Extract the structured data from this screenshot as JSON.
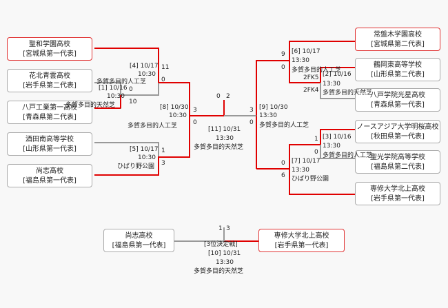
{
  "teams": [
    {
      "name": "聖和学園高校",
      "pref": "[宮城県第一代表]"
    },
    {
      "name": "花北青雲高校",
      "pref": "[岩手県第二代表]"
    },
    {
      "name": "八戸工業第一高校",
      "pref": "[青森県第二代表]"
    },
    {
      "name": "酒田南高等学校",
      "pref": "[山形県第一代表]"
    },
    {
      "name": "尚志高校",
      "pref": "[福島県第一代表]"
    },
    {
      "name": "常盤木学園高校",
      "pref": "[宮城県第二代表]"
    },
    {
      "name": "鶴岡東高等学校",
      "pref": "[山形県第二代表]"
    },
    {
      "name": "八戸学院光星高校",
      "pref": "[青森県第一代表]"
    },
    {
      "name": "ノースアジア大学明桜高校",
      "pref": "[秋田県第一代表]"
    },
    {
      "name": "聖光学院高等学校",
      "pref": "[福島県第二代表]"
    },
    {
      "name": "専修大学北上高校",
      "pref": "[岩手県第一代表]"
    }
  ],
  "third_place": {
    "left": {
      "name": "尚志高校",
      "pref": "[福島県第一代表]"
    },
    "right": {
      "name": "専修大学北上高校",
      "pref": "[岩手県第一代表]"
    },
    "label": "[3位決定戦]",
    "match": "[10] 10/31",
    "time": "13:30",
    "venue": "多賀多目的天然芝",
    "score_l": "1",
    "score_r": "3"
  },
  "matches": {
    "m1": {
      "id": "[1] 10/16",
      "time": "10:30",
      "venue": "多賀多目的天然芝",
      "s1": "0",
      "s2": "10"
    },
    "m4": {
      "id": "[4] 10/17",
      "time": "10:30",
      "venue": "多賀多目的人工芝",
      "s1": "11",
      "s2": "0"
    },
    "m5": {
      "id": "[5] 10/17",
      "time": "10:30",
      "venue": "ひばり野公園",
      "s1": "1",
      "s2": "3"
    },
    "m8": {
      "id": "[8] 10/30",
      "time": "10:30",
      "venue": "多賀多目的人工芝",
      "s1": "3",
      "s2": "0"
    },
    "m11": {
      "id": "[11] 10/31",
      "time": "13:30",
      "venue": "多賀多目的天然芝",
      "s1": "0",
      "s2": "2"
    },
    "m9": {
      "id": "[9] 10/30",
      "time": "13:30",
      "venue": "多賀多目的人工芝",
      "s1": "3",
      "s2": "0"
    },
    "m6": {
      "id": "[6] 10/17",
      "time": "13:30",
      "venue": "多賀多目的人工芝",
      "s1": "9",
      "s2": "0"
    },
    "m2": {
      "id": "[2] 10/16",
      "time": "13:30",
      "venue": "多賀多目的天然芝",
      "p1": "2FK5",
      "p2": "2FK4"
    },
    "m3": {
      "id": "[3] 10/16",
      "time": "13:30",
      "venue": "多賀多目的人工芝",
      "s1": "1",
      "s2": "0"
    },
    "m7": {
      "id": "[7] 10/17",
      "time": "13:30",
      "venue": "ひばり野公園",
      "s1": "0",
      "s2": "6"
    }
  }
}
